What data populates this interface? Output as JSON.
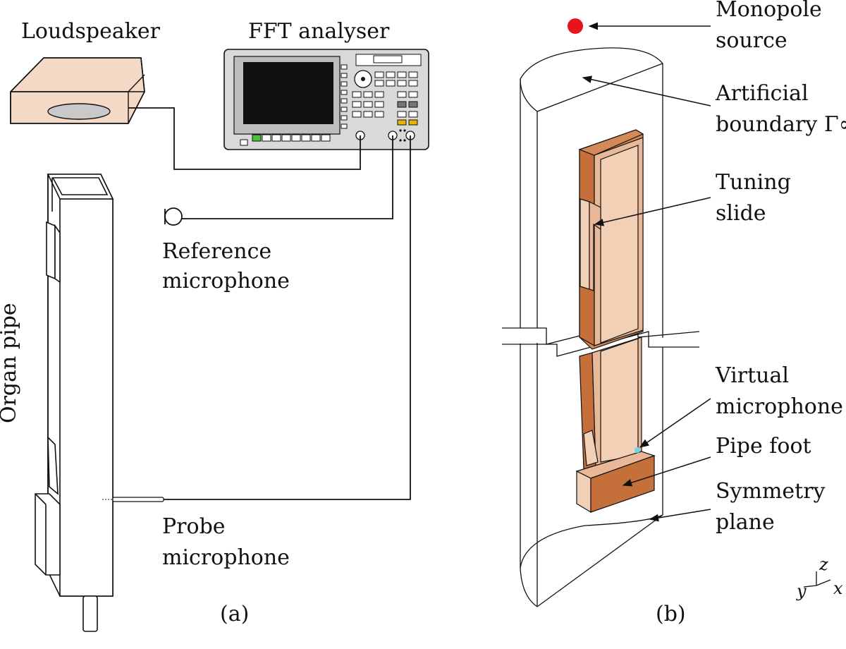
{
  "panel_a": {
    "caption": "(a)",
    "loudspeaker_label": "Loudspeaker",
    "analyser_label": "FFT analyser",
    "reference_mic_label": [
      "Reference",
      "microphone"
    ],
    "probe_mic_label": [
      "Probe",
      "microphone"
    ],
    "organ_pipe_label": "Organ pipe"
  },
  "panel_b": {
    "caption": "(b)",
    "monopole_label": [
      "Monopole",
      "source"
    ],
    "artificial_boundary_label": [
      "Artificial",
      "boundary Γ∞"
    ],
    "tuning_slide_label": [
      "Tuning",
      "slide"
    ],
    "virtual_mic_label": [
      "Virtual",
      "microphone"
    ],
    "pipe_foot_label": "Pipe foot",
    "symmetry_plane_label": [
      "Symmetry",
      "plane"
    ],
    "axes": {
      "z": "z",
      "y": "y",
      "x": "x"
    }
  },
  "colors": {
    "loudspeaker_fill": "#f3d9c6",
    "speaker_cone": "#c9c9c9",
    "pipe_dark": "#c5703a",
    "pipe_mid": "#d48a57",
    "pipe_light": "#e9b896",
    "pipe_pale": "#f2d0b6",
    "monopole": "#e8141b",
    "virtual_mic": "#6cd4ee",
    "analyser_body": "#d9d9d9",
    "analyser_screen": "#111111"
  }
}
